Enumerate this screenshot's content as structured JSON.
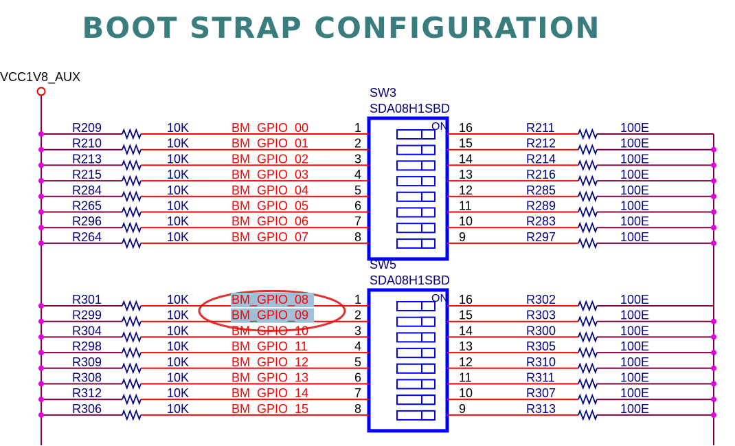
{
  "title": "BOOT STRAP CONFIGURATION",
  "colors": {
    "title": "#3a7d7e",
    "wire_red": "#ff0000",
    "wire_maroon": "#800040",
    "junction": "#e000e0",
    "label_blue": "#000080",
    "net_label": "#ff0000",
    "switch_blue": "#0000ff",
    "highlight": "#a0c0d8",
    "circle_mark": "#e03030"
  },
  "power": {
    "label": "VCC1V8_AUX"
  },
  "switches": [
    {
      "ref": "SW3",
      "part": "SDA08H1SBD",
      "on_label": "ON",
      "rows": [
        {
          "left_res": "R209",
          "left_val": "10K",
          "net": "BM_GPIO_00",
          "pin_l": "1",
          "pin_r": "16",
          "right_res": "R211",
          "right_val": "100E"
        },
        {
          "left_res": "R210",
          "left_val": "10K",
          "net": "BM_GPIO_01",
          "pin_l": "2",
          "pin_r": "15",
          "right_res": "R212",
          "right_val": "100E"
        },
        {
          "left_res": "R213",
          "left_val": "10K",
          "net": "BM_GPIO_02",
          "pin_l": "3",
          "pin_r": "14",
          "right_res": "R214",
          "right_val": "100E"
        },
        {
          "left_res": "R215",
          "left_val": "10K",
          "net": "BM_GPIO_03",
          "pin_l": "4",
          "pin_r": "13",
          "right_res": "R216",
          "right_val": "100E"
        },
        {
          "left_res": "R284",
          "left_val": "10K",
          "net": "BM_GPIO_04",
          "pin_l": "5",
          "pin_r": "12",
          "right_res": "R285",
          "right_val": "100E"
        },
        {
          "left_res": "R265",
          "left_val": "10K",
          "net": "BM_GPIO_05",
          "pin_l": "6",
          "pin_r": "11",
          "right_res": "R289",
          "right_val": "100E"
        },
        {
          "left_res": "R296",
          "left_val": "10K",
          "net": "BM_GPIO_06",
          "pin_l": "7",
          "pin_r": "10",
          "right_res": "R283",
          "right_val": "100E"
        },
        {
          "left_res": "R264",
          "left_val": "10K",
          "net": "BM_GPIO_07",
          "pin_l": "8",
          "pin_r": "9",
          "right_res": "R297",
          "right_val": "100E"
        }
      ]
    },
    {
      "ref": "SW5",
      "part": "SDA08H1SBD",
      "on_label": "ON",
      "rows": [
        {
          "left_res": "R301",
          "left_val": "10K",
          "net": "BM_GPIO_08",
          "pin_l": "1",
          "pin_r": "16",
          "right_res": "R302",
          "right_val": "100E",
          "highlighted": true
        },
        {
          "left_res": "R299",
          "left_val": "10K",
          "net": "BM_GPIO_09",
          "pin_l": "2",
          "pin_r": "15",
          "right_res": "R303",
          "right_val": "100E",
          "highlighted": true
        },
        {
          "left_res": "R304",
          "left_val": "10K",
          "net": "BM_GPIO_10",
          "pin_l": "3",
          "pin_r": "14",
          "right_res": "R300",
          "right_val": "100E"
        },
        {
          "left_res": "R298",
          "left_val": "10K",
          "net": "BM_GPIO_11",
          "pin_l": "4",
          "pin_r": "13",
          "right_res": "R305",
          "right_val": "100E"
        },
        {
          "left_res": "R309",
          "left_val": "10K",
          "net": "BM_GPIO_12",
          "pin_l": "5",
          "pin_r": "12",
          "right_res": "R310",
          "right_val": "100E"
        },
        {
          "left_res": "R308",
          "left_val": "10K",
          "net": "BM_GPIO_13",
          "pin_l": "6",
          "pin_r": "11",
          "right_res": "R311",
          "right_val": "100E"
        },
        {
          "left_res": "R312",
          "left_val": "10K",
          "net": "BM_GPIO_14",
          "pin_l": "7",
          "pin_r": "10",
          "right_res": "R307",
          "right_val": "100E"
        },
        {
          "left_res": "R306",
          "left_val": "10K",
          "net": "BM_GPIO_15",
          "pin_l": "8",
          "pin_r": "9",
          "right_res": "R313",
          "right_val": "100E"
        }
      ]
    }
  ]
}
